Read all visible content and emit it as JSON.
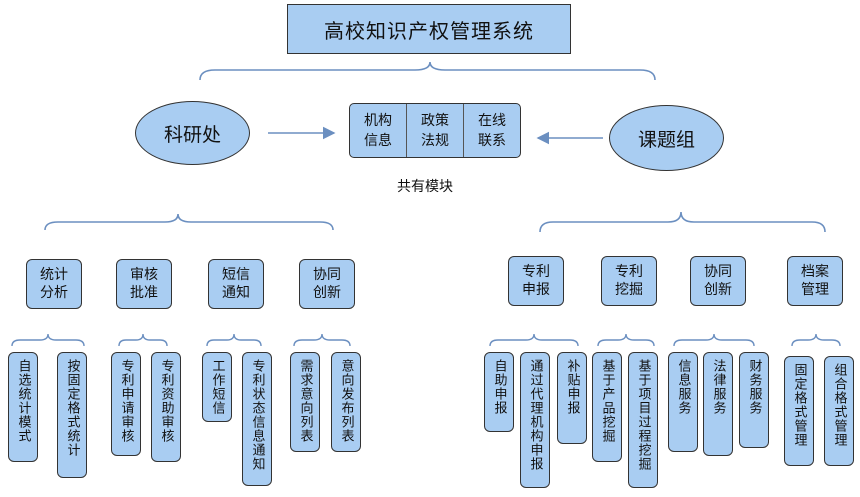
{
  "title": "高校知识产权管理系统",
  "left_unit": "科研处",
  "right_unit": "课题组",
  "shared": {
    "caption": "共有模块",
    "columns": [
      {
        "top": "机构",
        "bottom": "信息"
      },
      {
        "top": "政策",
        "bottom": "法规"
      },
      {
        "top": "在线",
        "bottom": "联系"
      }
    ]
  },
  "left_modules": [
    {
      "label": "统计分析",
      "subs": [
        "自选统计模式",
        "按固定格式统计"
      ]
    },
    {
      "label": "审核批准",
      "subs": [
        "专利申请审核",
        "专利资助审核"
      ]
    },
    {
      "label": "短信通知",
      "subs": [
        "工作短信",
        "专利状态信息通知"
      ]
    },
    {
      "label": "协同创新",
      "subs": [
        "需求意向列表",
        "意向发布列表"
      ]
    }
  ],
  "right_modules": [
    {
      "label": "专利申报",
      "subs": [
        "自助申报",
        "通过代理机构申报",
        "补贴申报"
      ]
    },
    {
      "label": "专利挖掘",
      "subs": [
        "基于产品挖掘",
        "基于项目过程挖掘"
      ]
    },
    {
      "label": "协同创新",
      "subs": [
        "信息服务",
        "法律服务",
        "财务服务"
      ]
    },
    {
      "label": "档案管理",
      "subs": [
        "固定格式管理",
        "组合格式管理"
      ]
    }
  ]
}
